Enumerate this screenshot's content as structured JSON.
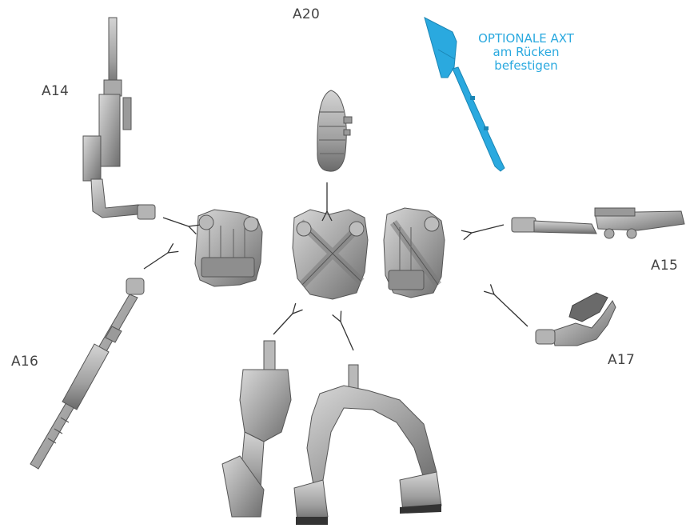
{
  "labels": {
    "a20": "A20",
    "a14": "A14",
    "a15": "A15",
    "a16": "A16",
    "a17": "A17"
  },
  "note": {
    "line1": "OPTIONALE AXT",
    "line2": "am Rücken",
    "line3": "befestigen"
  },
  "colors": {
    "accent": "#2aa9df",
    "part": "#9c9c9c",
    "part_light": "#cfcfcf",
    "part_dark": "#5e5e5e",
    "arrow": "#333333",
    "label": "#444444"
  },
  "icons": {
    "arrow": "thin-line-arrow"
  }
}
